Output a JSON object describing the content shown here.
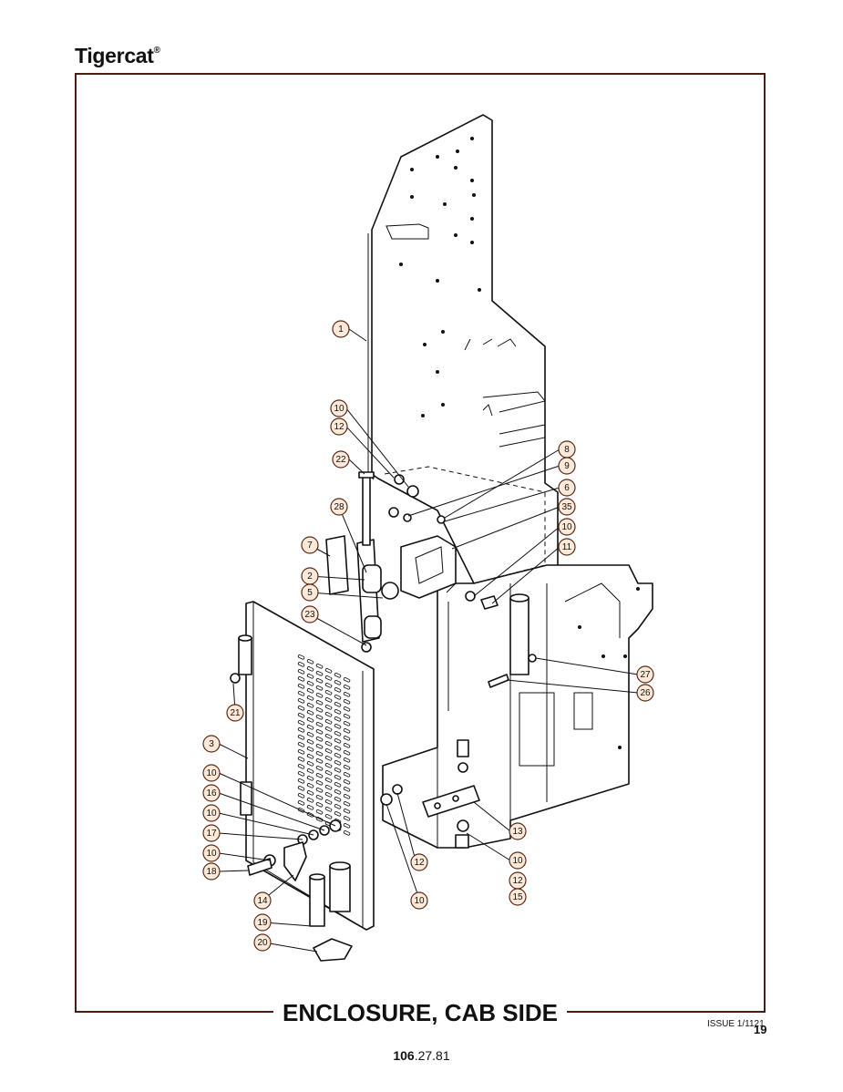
{
  "brand": {
    "name": "Tigercat",
    "mark": "®"
  },
  "title": "ENCLOSURE, CAB SIDE",
  "issue": "ISSUE 1/1121",
  "page_number": "19",
  "doc_number": {
    "bold": "106",
    "rest": ".27.81"
  },
  "callouts": [
    {
      "id": "c1",
      "label": "1"
    },
    {
      "id": "c10a",
      "label": "10"
    },
    {
      "id": "c12a",
      "label": "12"
    },
    {
      "id": "c22",
      "label": "22"
    },
    {
      "id": "c8",
      "label": "8"
    },
    {
      "id": "c9",
      "label": "9"
    },
    {
      "id": "c6",
      "label": "6"
    },
    {
      "id": "c35",
      "label": "35"
    },
    {
      "id": "c10b",
      "label": "10"
    },
    {
      "id": "c11",
      "label": "11"
    },
    {
      "id": "c28",
      "label": "28"
    },
    {
      "id": "c7",
      "label": "7"
    },
    {
      "id": "c2",
      "label": "2"
    },
    {
      "id": "c5",
      "label": "5"
    },
    {
      "id": "c23",
      "label": "23"
    },
    {
      "id": "c27",
      "label": "27"
    },
    {
      "id": "c26",
      "label": "26"
    },
    {
      "id": "c21",
      "label": "21"
    },
    {
      "id": "c3",
      "label": "3"
    },
    {
      "id": "c10c",
      "label": "10"
    },
    {
      "id": "c16",
      "label": "16"
    },
    {
      "id": "c10d",
      "label": "10"
    },
    {
      "id": "c17",
      "label": "17"
    },
    {
      "id": "c10e",
      "label": "10"
    },
    {
      "id": "c18",
      "label": "18"
    },
    {
      "id": "c14",
      "label": "14"
    },
    {
      "id": "c19",
      "label": "19"
    },
    {
      "id": "c20",
      "label": "20"
    },
    {
      "id": "c12b",
      "label": "12"
    },
    {
      "id": "c10f",
      "label": "10"
    },
    {
      "id": "c13",
      "label": "13"
    },
    {
      "id": "c10g",
      "label": "10"
    },
    {
      "id": "c12c",
      "label": "12"
    },
    {
      "id": "c15",
      "label": "15"
    }
  ]
}
